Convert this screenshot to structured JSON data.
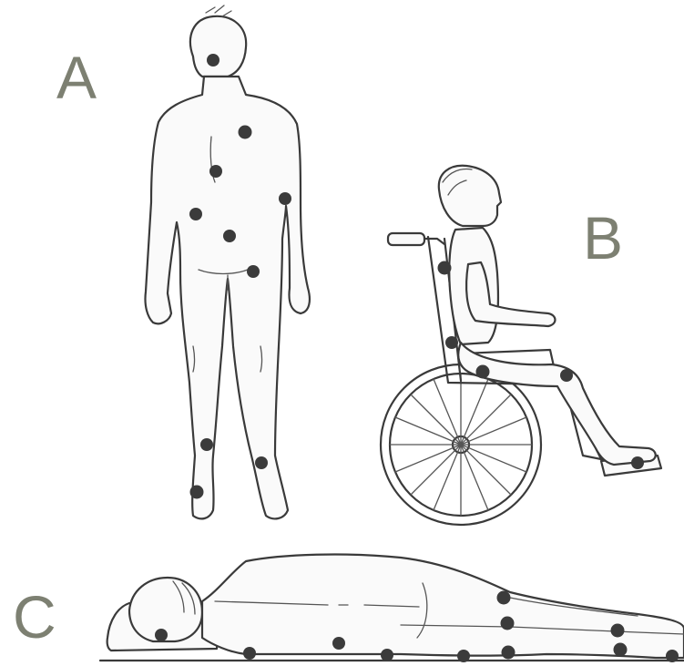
{
  "panels": {
    "a": {
      "label": "A"
    },
    "b": {
      "label": "B"
    },
    "c": {
      "label": "C"
    }
  },
  "colors": {
    "label": "#7d8072",
    "line": "#3a3a3a",
    "pressure_point": "#3b3b3b"
  }
}
